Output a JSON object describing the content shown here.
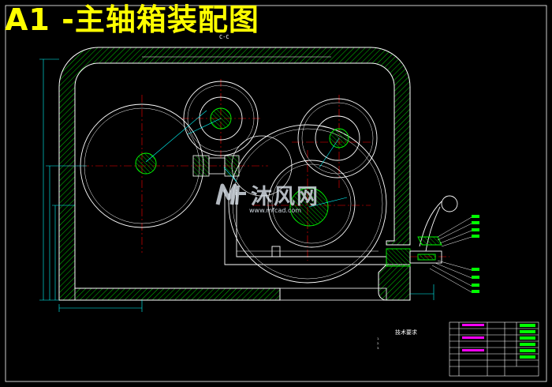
{
  "drawing": {
    "title": "A1 -主轴箱装配图",
    "section_label": "C-C"
  },
  "watermark": {
    "logo": "mf-logo-icon",
    "text": "沐风网",
    "url": "www.mfcad.com"
  },
  "technical_requirements": {
    "title": "技术要求",
    "items": [
      "1.",
      "2.",
      "3."
    ]
  },
  "colors": {
    "background": "#000000",
    "title": "#ffff00",
    "outline": "#ffffff",
    "hatch": "#00ff00",
    "dimension": "#00ffff",
    "centerline": "#ff0000",
    "table_text": "#ff00ff",
    "frame": "#00ff00"
  }
}
